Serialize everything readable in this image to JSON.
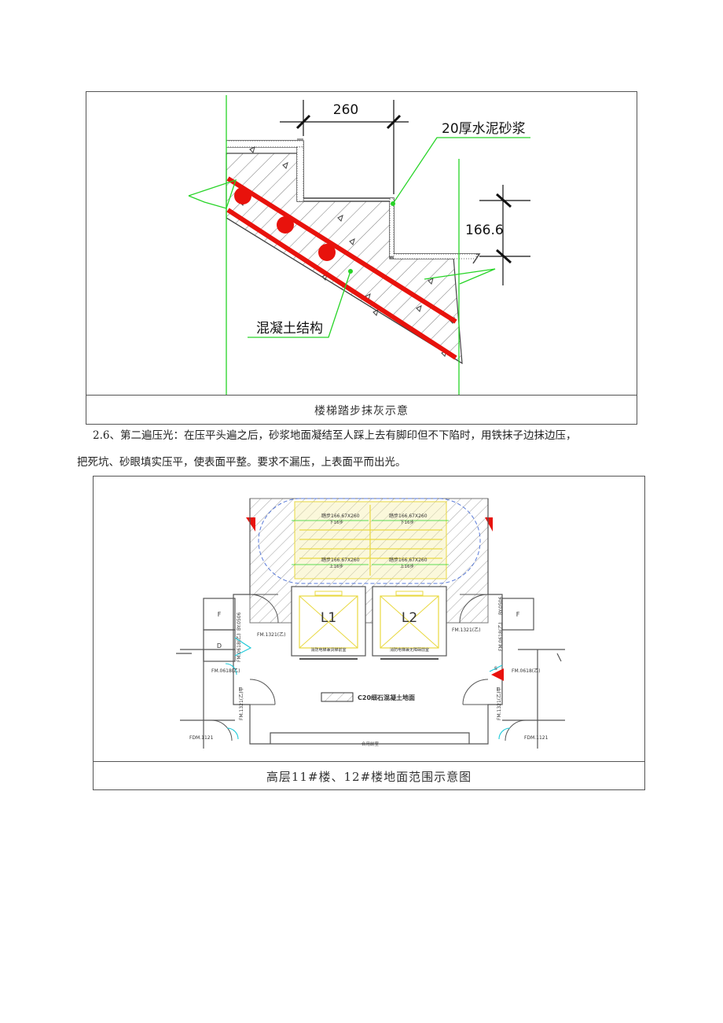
{
  "figure1": {
    "dimension_tread": "260",
    "dimension_riser": "166.6",
    "label_mortar": "20厚水泥砂浆",
    "label_concrete": "混凝土结构",
    "caption": "楼梯踏步抹灰示意"
  },
  "paragraph": {
    "line1": "2.6、第二遍压光：在压平头遍之后，砂浆地面凝结至人踩上去有脚印但不下陷时，用铁抹子边抹边压，",
    "line2": "把死坑、砂眼填实压平，使表面平整。要求不漏压，上表面平而出光。"
  },
  "figure2": {
    "stair_labels": [
      "踏步166.67X260",
      "踏步166.67X260",
      "踏步166.67X260",
      "踏步166.67X260"
    ],
    "stair_sublabels": [
      "下16步",
      "下16步",
      "上16步",
      "上16步"
    ],
    "elevator_l1": "L1",
    "elevator_l2": "L2",
    "elevator_l1_note": "消防电梯兼货梯前室",
    "elevator_l2_note": "消防电梯兼无障碍前室",
    "legend_text": "C20细石混凝土地面",
    "lobby_label": "合用前室",
    "room_f": "F",
    "room_d": "D",
    "room_s": "S",
    "door_by": "BY.0506",
    "door_fm1321_left": "FM.1321(乙)",
    "door_fm1321_right": "FM.1321(乙)",
    "door_fm0618_left": "FM.0618(乙)",
    "door_fm0618_right": "FM.0618(乙)",
    "door_fm0618_vertical": "FM.0618(乙)",
    "door_fm1321_vertical": "FM.1321(乙)甲",
    "door_fdm_left": "FDM.1121",
    "door_fdm_right": "FDM.1121",
    "caption": "高层11#楼、12#楼地面范围示意图"
  },
  "colors": {
    "rebar": "#e8120c",
    "cad_green": "#27d427",
    "hatch": "#666666",
    "stair_yellow": "#e8d840",
    "cad_blue": "#5a7bd8",
    "cyan": "#19c8d8"
  }
}
